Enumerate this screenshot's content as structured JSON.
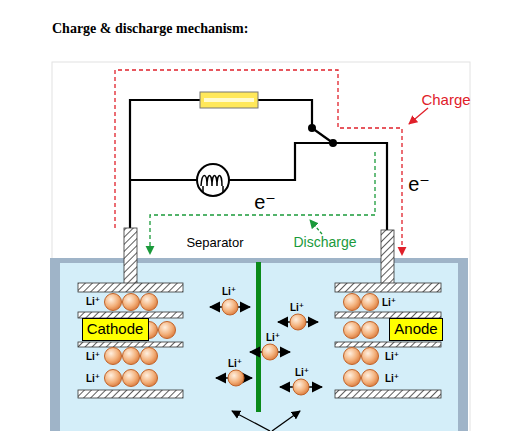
{
  "diagram": {
    "title": "Charge & discharge mechanism:",
    "nodes": [
      {
        "text": [
          "Cathode"
        ]
      },
      {
        "text": [
          "Anode"
        ]
      }
    ],
    "labels": [
      "Charge",
      "e⁻",
      "e⁻",
      "Separator",
      "Discharge",
      "Li⁺",
      "Li⁺",
      "Li⁺",
      "Li⁺",
      "Li⁺",
      "Li⁺",
      "Li⁺",
      "Li⁺",
      "Li⁺",
      "Li⁺",
      "Li⁺"
    ]
  }
}
